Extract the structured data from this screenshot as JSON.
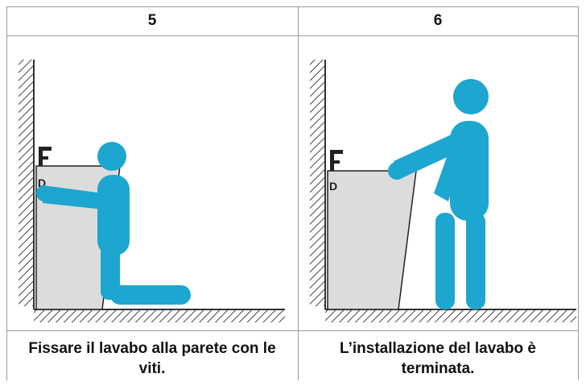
{
  "steps": [
    {
      "number": "5",
      "caption": "Fissare il lavabo alla parete con le viti.",
      "illustration": "person-kneeling-fixing-washbasin-to-wall"
    },
    {
      "number": "6",
      "caption": "L’installazione del lavabo è terminata.",
      "illustration": "person-standing-beside-installed-washbasin"
    }
  ],
  "colors": {
    "figure": "#1da6cf",
    "basin": "#dcdcdc",
    "basin_outline": "#222222",
    "hatch": "#444444",
    "grid": "#9a9a9a"
  }
}
